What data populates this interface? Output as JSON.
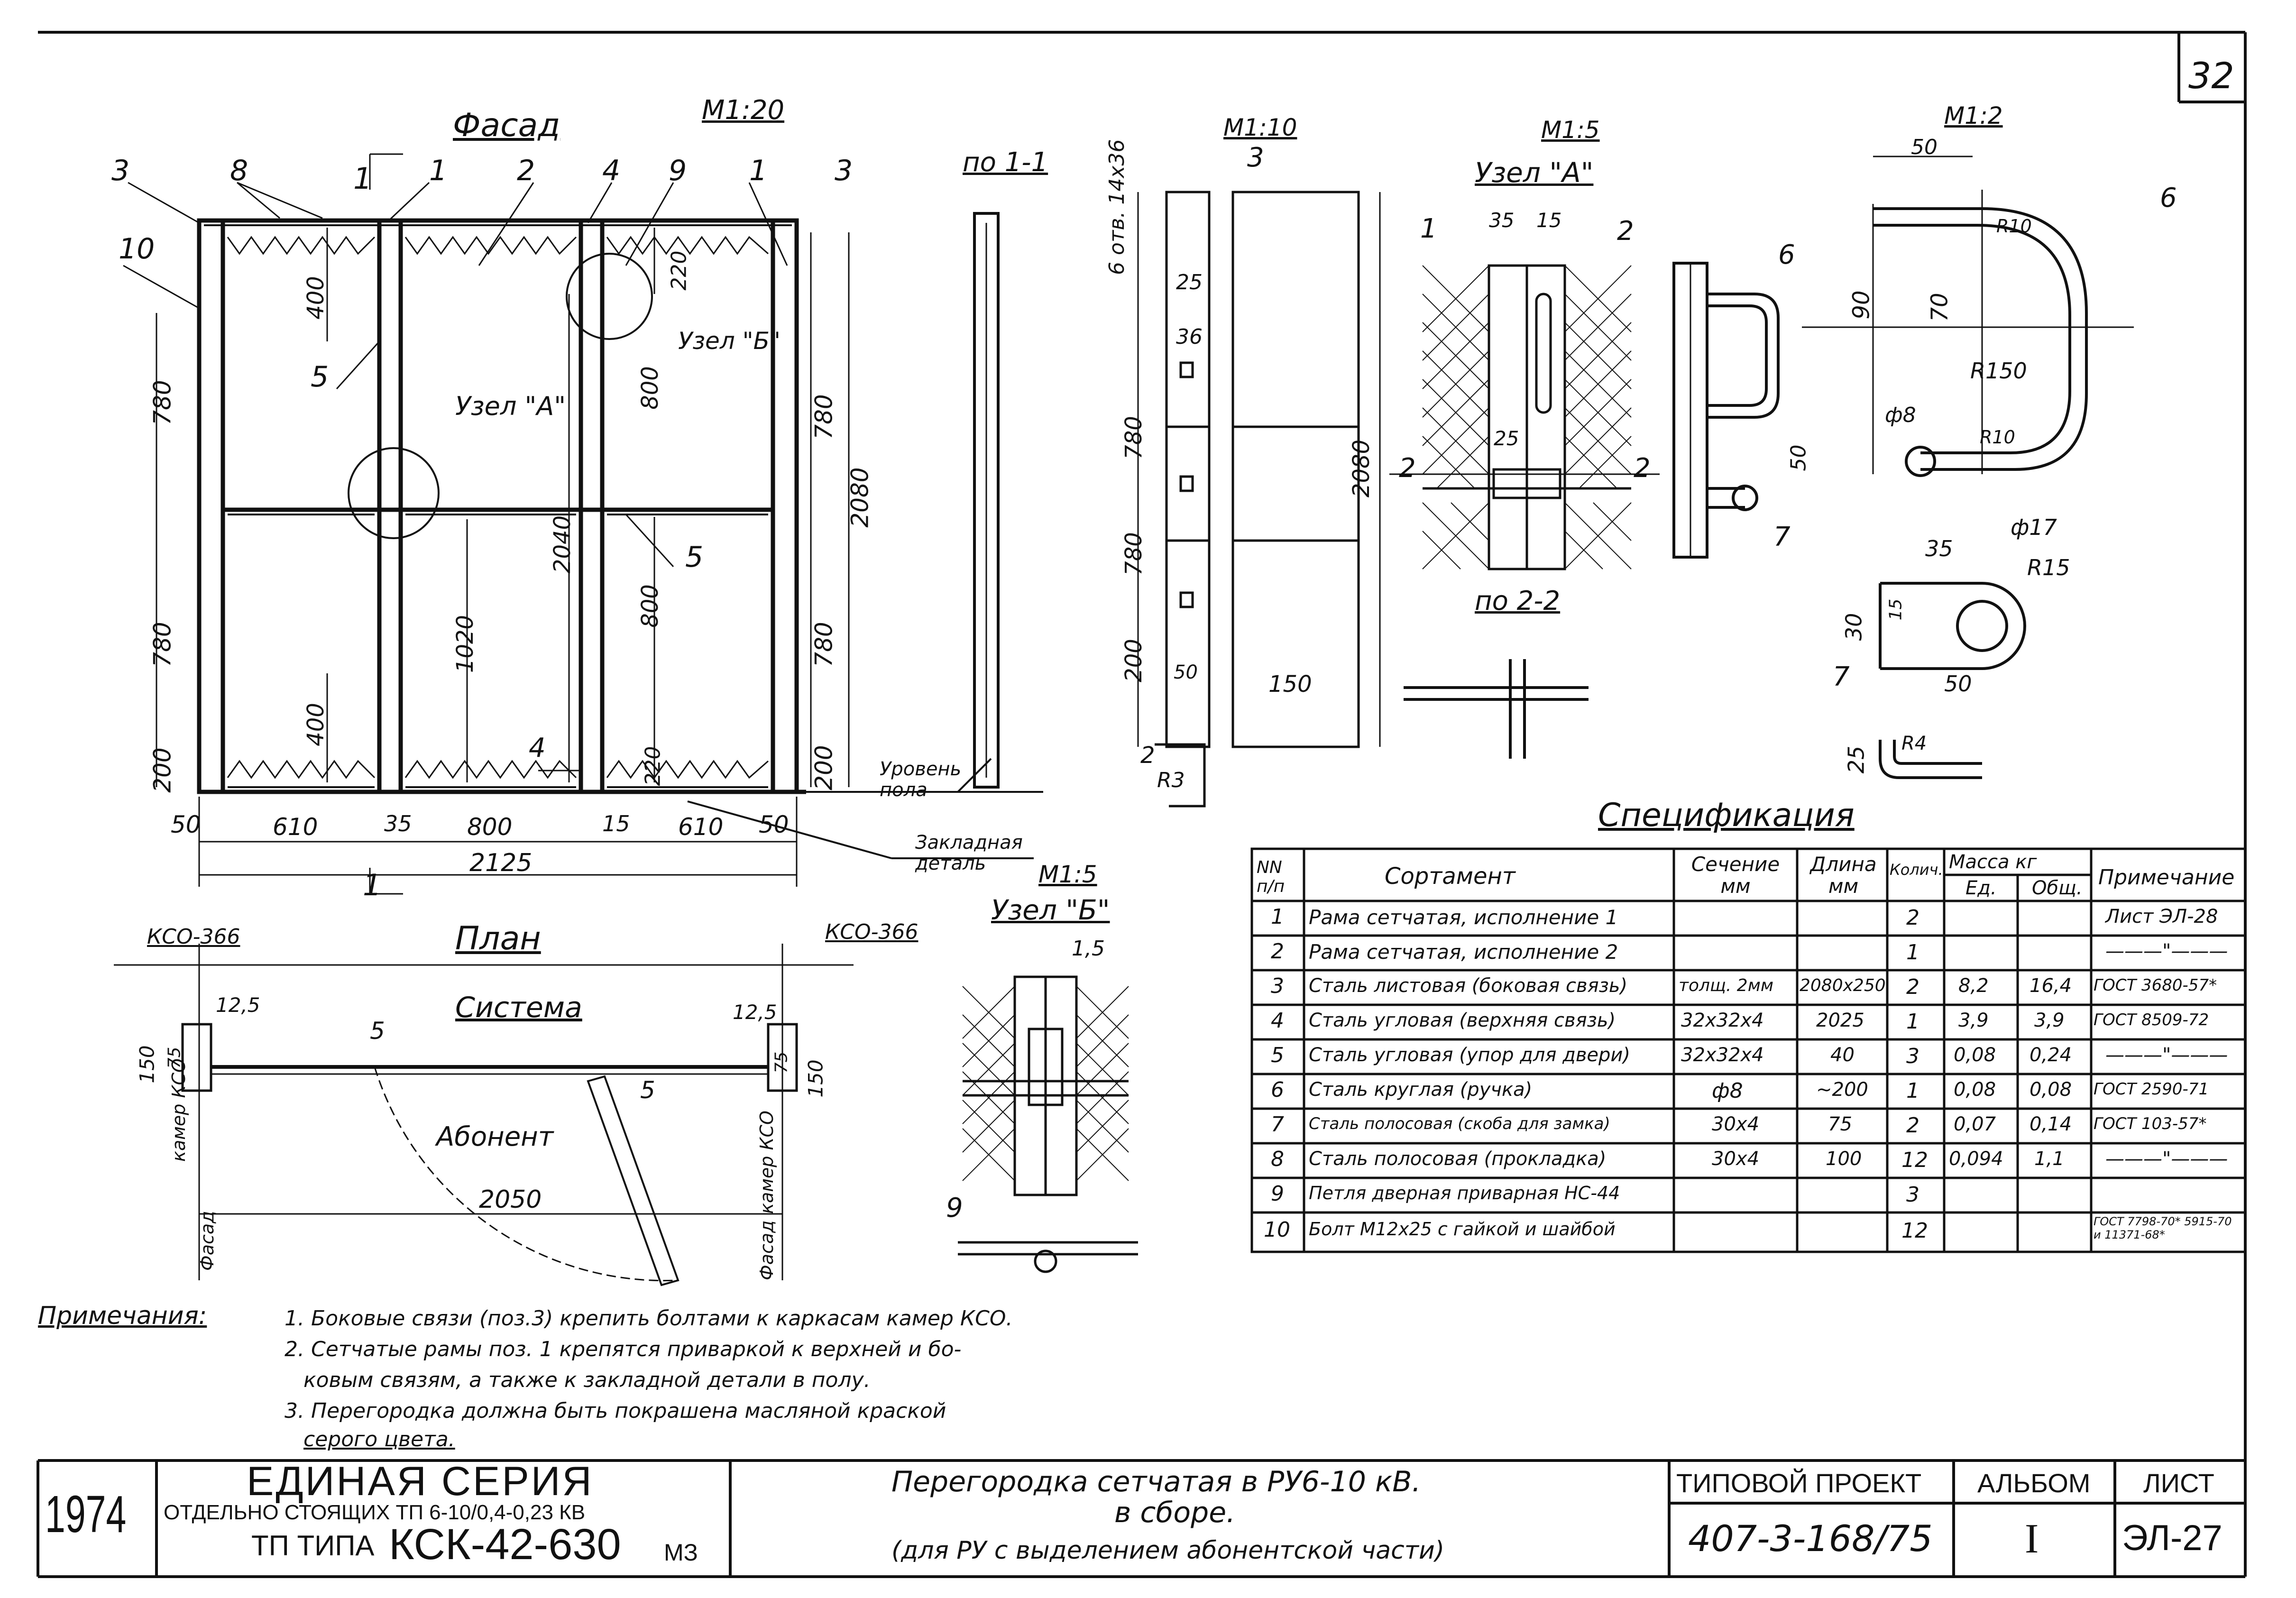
{
  "sheet_number": "32",
  "facade": {
    "title": "Фасад",
    "scale": "М1:20",
    "section_mark": "1",
    "node_a": "Узел \"А\"",
    "node_b": "Узел \"Б\"",
    "callouts": [
      "3",
      "8",
      "1",
      "2",
      "4",
      "9",
      "1",
      "3",
      "10",
      "5",
      "5",
      "4"
    ],
    "dims_v_left": [
      "780",
      "780",
      "200"
    ],
    "dims_v_inner": [
      "400",
      "400",
      "1020",
      "2040",
      "800",
      "800",
      "220",
      "220"
    ],
    "dims_v_right": [
      "780",
      "780",
      "200",
      "2080"
    ],
    "dims_h": [
      "50",
      "610",
      "35",
      "800",
      "15",
      "610",
      "50",
      "2125"
    ],
    "floor_level": "Уровень пола",
    "embedded": "Закладная деталь"
  },
  "section11": {
    "title": "по 1-1"
  },
  "detail3": {
    "scale": "М1:10",
    "pos": "3",
    "holes": "6 отв. 14х36",
    "dims": [
      "25",
      "36",
      "780",
      "780",
      "200",
      "50",
      "150",
      "2080",
      "2",
      "R3"
    ]
  },
  "nodeA": {
    "scale": "М1:5",
    "title": "Узел \"А\"",
    "dims": [
      "35",
      "15",
      "25"
    ],
    "callouts": [
      "1",
      "2",
      "2",
      "2"
    ],
    "section_title": "по 2-2"
  },
  "handle": {
    "callouts": [
      "6",
      "7"
    ],
    "dim": "50"
  },
  "detail6": {
    "scale": "М1:2",
    "pos": "6",
    "dims": [
      "50",
      "90",
      "70",
      "R10",
      "R150",
      "ф8",
      "R10"
    ]
  },
  "detail7": {
    "pos": "7",
    "dims": [
      "35",
      "ф17",
      "R15",
      "30",
      "15",
      "50",
      "25",
      "R4"
    ]
  },
  "plan": {
    "title": "План",
    "system": "Система",
    "subscriber": "Абонент",
    "kso_left": "КСО-366",
    "kso_right": "КСО-366",
    "dims": [
      "12,5",
      "150",
      "75",
      "12,5",
      "150",
      "75",
      "2050"
    ],
    "callouts": [
      "5",
      "5"
    ],
    "labels_left": [
      "камер КСО",
      "Фасад"
    ],
    "labels_right": [
      "камер КСО",
      "Фасад"
    ]
  },
  "nodeB": {
    "scale": "М1:5",
    "title": "Узел \"Б\"",
    "dim": "1,5",
    "callout": "9"
  },
  "spec": {
    "title": "Спецификация",
    "headers": [
      "NN п/п",
      "Сортамент",
      "Сечение мм",
      "Длина мм",
      "Колич.",
      "Масса кг",
      "Ед.",
      "Общ.",
      "Примечание"
    ],
    "rows": [
      [
        "1",
        "Рама сетчатая, исполнение 1",
        "",
        "",
        "2",
        "",
        "",
        "Лист ЭЛ-28"
      ],
      [
        "2",
        "Рама сетчатая, исполнение 2",
        "",
        "",
        "1",
        "",
        "",
        "———\"———"
      ],
      [
        "3",
        "Сталь листовая (боковая связь)",
        "толщ. 2мм",
        "2080х250",
        "2",
        "8,2",
        "16,4",
        "ГОСТ 3680-57*"
      ],
      [
        "4",
        "Сталь угловая (верхняя связь)",
        "32х32х4",
        "2025",
        "1",
        "3,9",
        "3,9",
        "ГОСТ 8509-72"
      ],
      [
        "5",
        "Сталь угловая (упор для двери)",
        "32х32х4",
        "40",
        "3",
        "0,08",
        "0,24",
        "———\"———"
      ],
      [
        "6",
        "Сталь круглая (ручка)",
        "ф8",
        "~200",
        "1",
        "0,08",
        "0,08",
        "ГОСТ 2590-71"
      ],
      [
        "7",
        "Сталь полосовая (скоба для замка)",
        "30х4",
        "75",
        "2",
        "0,07",
        "0,14",
        "ГОСТ 103-57*"
      ],
      [
        "8",
        "Сталь полосовая (прокладка)",
        "30х4",
        "100",
        "12",
        "0,094",
        "1,1",
        "———\"———"
      ],
      [
        "9",
        "Петля дверная приварная НС-44",
        "",
        "",
        "3",
        "",
        "",
        ""
      ],
      [
        "10",
        "Болт М12х25 с гайкой и шайбой",
        "",
        "",
        "12",
        "",
        "",
        "ГОСТ 7798-70* 5915-70 и 11371-68*"
      ]
    ]
  },
  "notes": {
    "title": "Примечания:",
    "items": [
      "1. Боковые связи (поз.3) крепить болтами к каркасам камер КСО.",
      "2. Сетчатые рамы поз. 1 крепятся приваркой к верхней и бо-",
      "ковым связям, а также к закладной детали в полу.",
      "3. Перегородка должна быть покрашена масляной краской",
      "серого цвета."
    ]
  },
  "title_block": {
    "year": "1974",
    "series_line1": "ЕДИНАЯ СЕРИЯ",
    "series_line2": "ОТДЕЛЬНО СТОЯЩИХ ТП 6-10/0,4-0,23 КВ",
    "series_line3a": "ТП ТИПА",
    "series_line3b": "КСК-42-630",
    "series_line3c": "МЗ",
    "drawing_title1": "Перегородка сетчатая в РУ6-10 кВ.",
    "drawing_title2": "в сборе.",
    "drawing_title3": "(для РУ с выделением абонентской части)",
    "project_label": "ТИПОВОЙ ПРОЕКТ",
    "project_number": "407-3-168/75",
    "album_label": "АЛЬБОМ",
    "album_number": "I",
    "sheet_label": "ЛИСТ",
    "sheet_code": "ЭЛ-27"
  }
}
